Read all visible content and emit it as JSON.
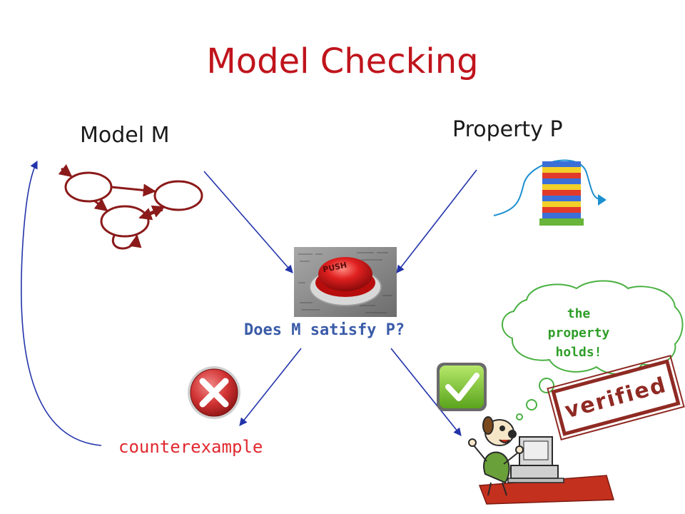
{
  "slide": {
    "title": "Model Checking",
    "model_label": "Model M",
    "property_label": "Property P",
    "question": "Does M satisfy P?",
    "counterexample_label": "counterexample",
    "thought_bubble": [
      "the",
      "property",
      "holds!"
    ],
    "stamp_text": "verified",
    "push_button_text": "PUSH"
  },
  "colors": {
    "title": "#c0141c",
    "model_graph": "#8b1a1a",
    "flow_arrows": "#2233aa",
    "question": "#3a5ba8",
    "counterexample": "#e0282e",
    "bubble": "#49b041",
    "stamp": "#8f2a23"
  },
  "icons": {
    "model_graph": "state-graph-icon",
    "property": "stacked-blocks-tower-icon",
    "push_button": "red-push-button-icon",
    "fail": "red-x-icon",
    "pass": "green-check-icon",
    "character": "happy-programmer-at-computer-icon"
  }
}
